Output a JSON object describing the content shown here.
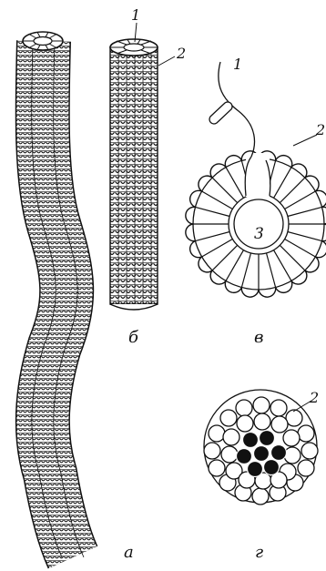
{
  "labels": {
    "panel_a": "а",
    "panel_b": "б",
    "panel_v": "в",
    "panel_g": "г",
    "b_1": "1",
    "b_2": "2",
    "v_1": "1",
    "v_2": "2",
    "v_3": "3",
    "g_2": "2"
  },
  "colors": {
    "ink": "#111111",
    "paper": "#ffffff"
  }
}
